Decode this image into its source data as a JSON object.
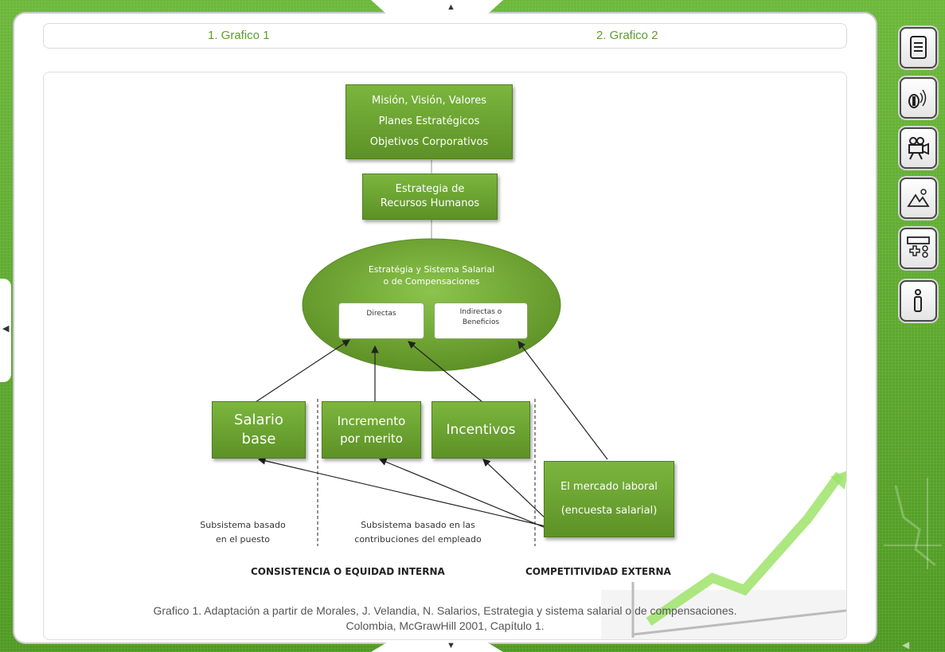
{
  "tabs": [
    {
      "label": "1. Grafico 1"
    },
    {
      "label": "2. Grafico 2"
    }
  ],
  "diagram": {
    "top_box": [
      "Misión, Visión, Valores",
      "Planes Estratégicos",
      "Objetivos Corporativos"
    ],
    "hr_strategy": [
      "Estrategia de",
      "Recursos Humanos"
    ],
    "ellipse_title": [
      "Estratégia y Sistema Salarial",
      "o de Compensaciones"
    ],
    "direct_label": "Directas",
    "indirect_label": [
      "Indirectas o",
      "Beneficios"
    ],
    "salario_base": [
      "Salario",
      "base"
    ],
    "incremento": [
      "Incremento",
      "por merito"
    ],
    "incentivos": "Incentivos",
    "mercado": [
      "El mercado laboral",
      "(encuesta salarial)"
    ],
    "subsistema_puesto": [
      "Subsistema basado",
      "en el puesto"
    ],
    "subsistema_empleado": [
      "Subsistema basado en las",
      "contribuciones del empleado"
    ],
    "consistencia": "CONSISTENCIA O EQUIDAD INTERNA",
    "competitividad": "COMPETITIVIDAD EXTERNA"
  },
  "caption": [
    "Grafico 1. Adaptación a partir de Morales, J. Velandia, N. Salarios, Estrategia y sistema salarial o de compensaciones.",
    "Colombia, McGrawHill 2001, Capítulo 1."
  ],
  "toolbar": [
    {
      "icon": "document-icon"
    },
    {
      "icon": "audio-icon"
    },
    {
      "icon": "video-camera-icon"
    },
    {
      "icon": "image-icon"
    },
    {
      "icon": "gamepad-icon"
    },
    {
      "icon": "info-icon"
    }
  ],
  "colors": {
    "accent": "#5c9e2a",
    "frame": "#5aa62a",
    "box": "#6ca532"
  }
}
